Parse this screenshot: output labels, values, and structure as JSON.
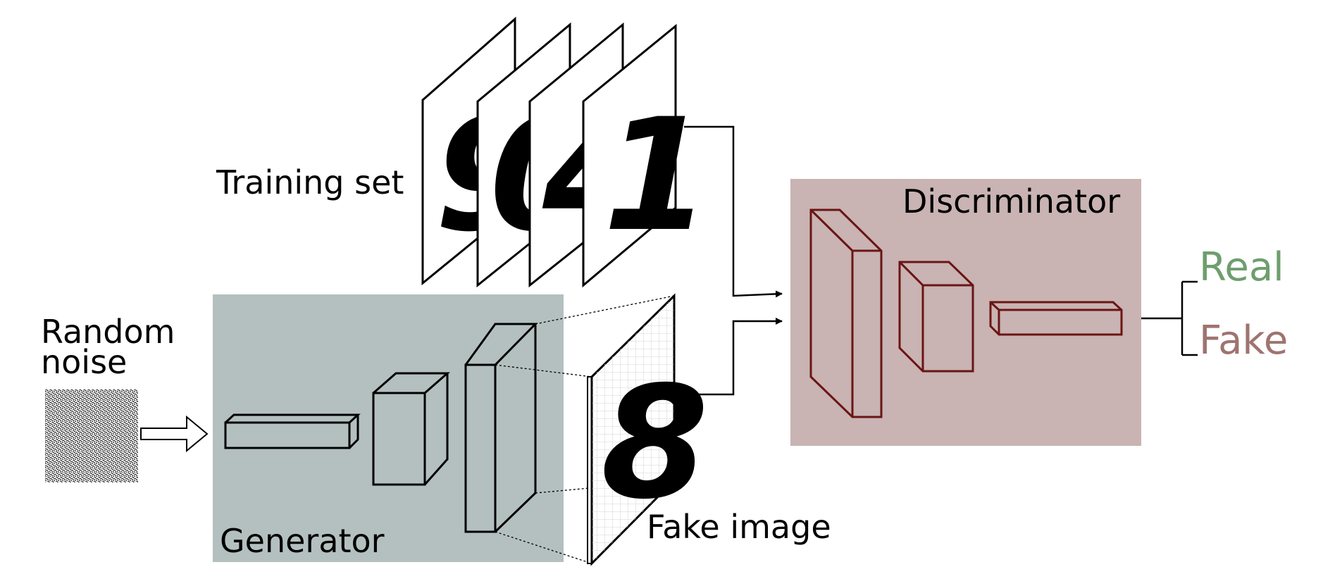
{
  "labels": {
    "random_noise_line1": "Random",
    "random_noise_line2": "noise",
    "training_set": "Training set",
    "generator": "Generator",
    "fake_image": "Fake image",
    "discriminator": "Discriminator",
    "real": "Real",
    "fake": "Fake"
  },
  "training_digits": [
    "9",
    "0",
    "4",
    "1"
  ],
  "fake_digit": "8",
  "colors": {
    "generator_panel": "#b4c0bf",
    "discriminator_panel": "#c9b3b3",
    "discriminator_stroke": "#6b1414",
    "real": "#6e9e6e",
    "fake": "#9e7470",
    "ink": "#000000"
  }
}
